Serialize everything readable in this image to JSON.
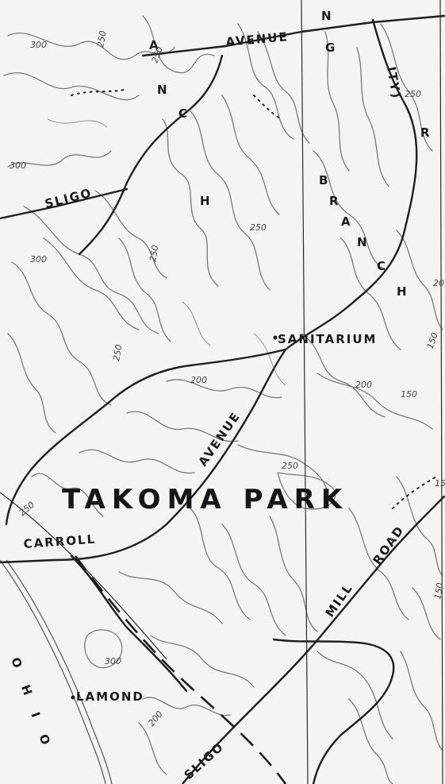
{
  "map": {
    "place_main": "TAKOMA PARK",
    "place_sanitarium": "SANITARIUM",
    "place_lamond": "LAMOND",
    "road_avenue_top": "AVENUE",
    "road_avenue_mid": "AVENUE",
    "road_sligo_top": "SLIGO",
    "road_sligo_bottom": "SLIGO",
    "road_carroll": "CARROLL",
    "road_mill": "MILL",
    "road_road": "ROAD",
    "river_ohio": "OHIO",
    "creek_branch_letters": [
      "A",
      "N",
      "C",
      "H"
    ],
    "long_branch_letters": [
      "N",
      "G",
      "B",
      "R",
      "A",
      "N",
      "C",
      "H"
    ],
    "city_fragment": "ITY)",
    "city_r": "R",
    "elevations": {
      "e300_topleft": "300",
      "e250_topmid": "250",
      "e250_topcol": "250",
      "e300_left": "300",
      "e300_left2": "300",
      "e250_vert1": "250",
      "e250_mid": "250",
      "e250_vert2": "250",
      "e200_center": "200",
      "e200_right": "200",
      "e150_right": "150",
      "e150_edge": "150",
      "e20_edge": "20",
      "e250_park": "250",
      "e150_farright": "15",
      "e250_lowleft": "250",
      "e300_bottom": "300",
      "e200_bottom": "200",
      "e150_bottomright": "150",
      "e250_topright": "250"
    }
  }
}
